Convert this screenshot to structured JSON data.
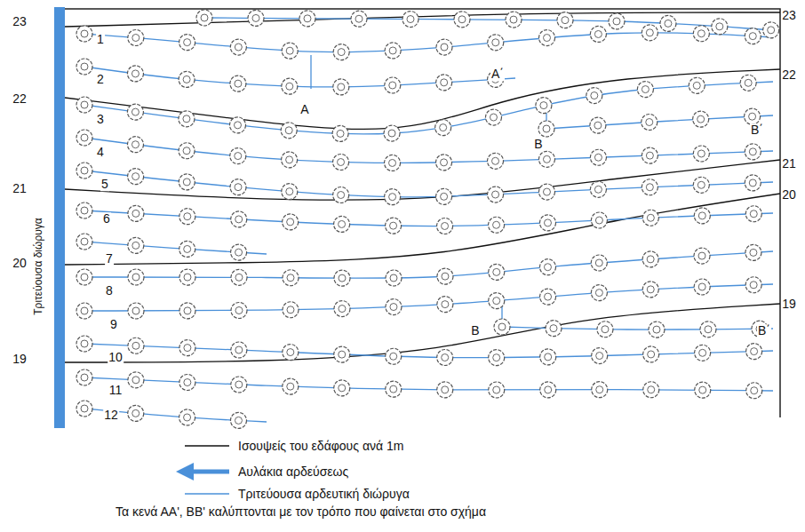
{
  "diagram": {
    "caption": "Τα κενά ΑΑ', ΒΒ' καλύπτονται με τον τρόπο που φαίνεται στο σχήμα",
    "labels": [
      "23",
      "22",
      "21",
      "20",
      "19",
      "23",
      "22",
      "21",
      "20",
      "19",
      "1",
      "2",
      "3",
      "4",
      "5",
      "6",
      "7",
      "8",
      "9",
      "10",
      "11",
      "12",
      "A",
      "A΄",
      "B",
      "B΄",
      "B",
      "B΄",
      "Τριτεύουσα διώρυγα"
    ],
    "legend": [
      {
        "text": "Ισουψείς του εδάφους ανά 1m"
      },
      {
        "text": "Αυλάκια αρδεύσεως"
      },
      {
        "text": "Τριτεύουσα αρδευτική διώρυγα"
      }
    ]
  }
}
